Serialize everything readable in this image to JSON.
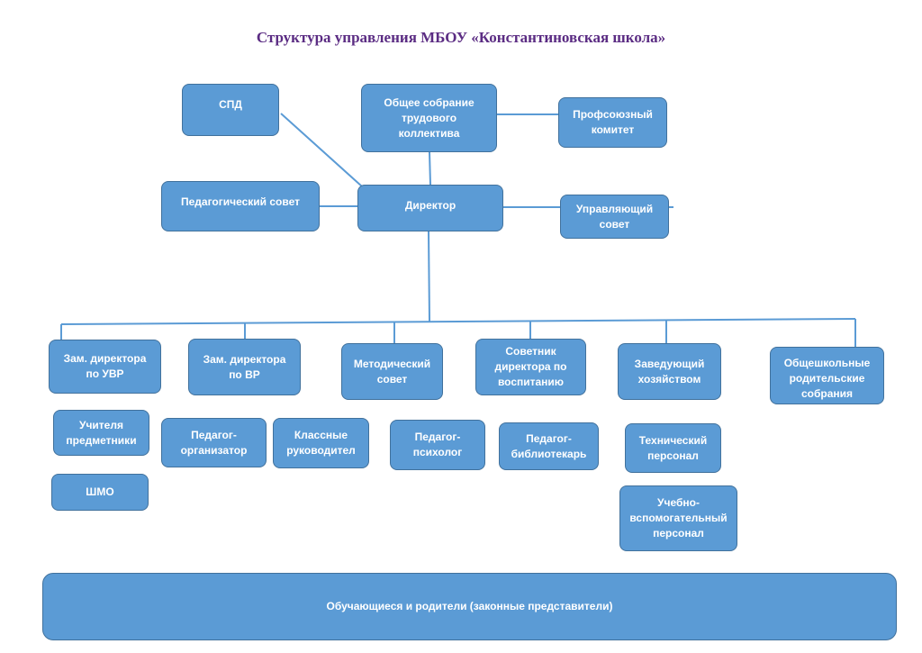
{
  "title": "Структура управления МБОУ «Константиновская школа»",
  "nodes": {
    "spd": "СПД",
    "general_meeting": "Общее собрание\nтрудового\nколлектива",
    "trade_union": "Профсоюзный\nкомитет",
    "pedagogical_council": "Педагогический совет",
    "director": "Директор",
    "governing_council": "Управляющий\nсовет",
    "deputy_uvr": "Зам. директора\nпо УВР",
    "deputy_vr": "Зам. директора\nпо ВР",
    "methodical_council": "Методический\nсовет",
    "advisor_upbringing": "Советник\nдиректора по\nвоспитанию",
    "head_household": "Заведующий\nхозяйством",
    "parent_meetings": "Общешкольные\nродительские\nсобрания",
    "subject_teachers": "Учителя\nпредметники",
    "shmo": "ШМО",
    "teacher_organizer": "Педагог-\nорганизатор",
    "class_teachers": "Классные\nруководител",
    "psychologist": "Педагог-\nпсихолог",
    "librarian": "Педагог-\nбиблиотекарь",
    "technical_staff": "Технический\nперсонал",
    "support_staff": "Учебно-\nвспомогательный\nперсонал",
    "students_parents": "Обучающиеся и родители (законные представители)"
  }
}
